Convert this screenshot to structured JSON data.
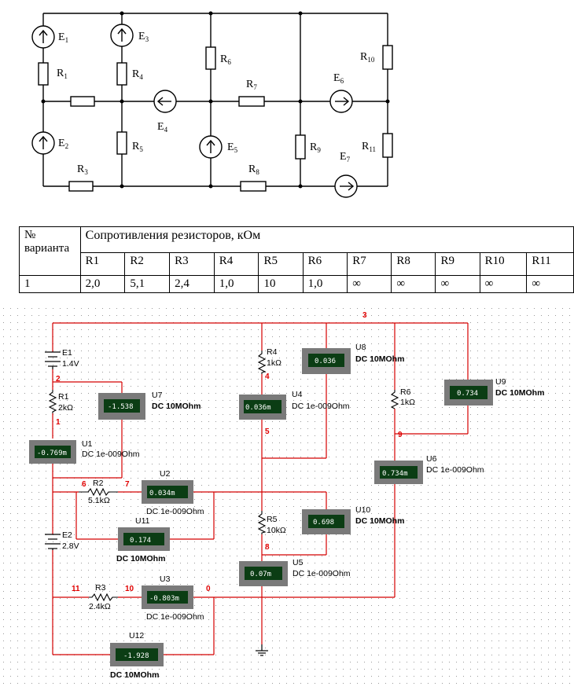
{
  "schematic": {
    "labels": {
      "E1": "E",
      "E1_sub": "1",
      "E2": "E",
      "E2_sub": "2",
      "E3": "E",
      "E3_sub": "3",
      "E4": "E",
      "E4_sub": "4",
      "E5": "E",
      "E5_sub": "5",
      "E6": "E",
      "E6_sub": "6",
      "E7": "E",
      "E7_sub": "7",
      "R1": "R",
      "R1_sub": "1",
      "R3": "R",
      "R3_sub": "3",
      "R4": "R",
      "R4_sub": "4",
      "R5": "R",
      "R5_sub": "5",
      "R6": "R",
      "R6_sub": "6",
      "R7": "R",
      "R7_sub": "7",
      "R8": "R",
      "R8_sub": "8",
      "R9": "R",
      "R9_sub": "9",
      "R10": "R",
      "R10_sub": "10",
      "R11": "R",
      "R11_sub": "11"
    }
  },
  "table": {
    "header_variant": "№ варианта",
    "header_variant_l1": "№",
    "header_variant_l2": "варианта",
    "header_resistances": "Сопротивления резисторов, кОм",
    "columns": [
      "R1",
      "R2",
      "R3",
      "R4",
      "R5",
      "R6",
      "R7",
      "R8",
      "R9",
      "R10",
      "R11"
    ],
    "rows": [
      {
        "variant": "1",
        "values": [
          "2,0",
          "5,1",
          "2,4",
          "1,0",
          "10",
          "1,0",
          "∞",
          "∞",
          "∞",
          "∞",
          "∞"
        ]
      }
    ]
  },
  "simulation": {
    "nodes": {
      "n3": "3",
      "n2": "2",
      "n1": "1",
      "n4": "4",
      "n5": "5",
      "n9": "9",
      "n6": "6",
      "n7": "7",
      "n8": "8",
      "n11": "11",
      "n10": "10",
      "n0": "0"
    },
    "sources": [
      {
        "id": "E1",
        "name": "E1",
        "value": "1.4V"
      },
      {
        "id": "E2",
        "name": "E2",
        "value": "2.8V"
      }
    ],
    "resistors": [
      {
        "id": "R1",
        "name": "R1",
        "value": "2kΩ"
      },
      {
        "id": "R2",
        "name": "R2",
        "value": "5.1kΩ"
      },
      {
        "id": "R3",
        "name": "R3",
        "value": "2.4kΩ"
      },
      {
        "id": "R4",
        "name": "R4",
        "value": "1kΩ"
      },
      {
        "id": "R5",
        "name": "R5",
        "value": "10kΩ"
      },
      {
        "id": "R6",
        "name": "R6",
        "value": "1kΩ"
      }
    ],
    "meters": [
      {
        "id": "U1",
        "name": "U1",
        "reading": "-0.769m",
        "spec": "DC  1e-009Ohm"
      },
      {
        "id": "U2",
        "name": "U2",
        "reading": "0.034m",
        "spec": "DC  1e-009Ohm"
      },
      {
        "id": "U3",
        "name": "U3",
        "reading": "-0.803m",
        "spec": "DC  1e-009Ohm"
      },
      {
        "id": "U4",
        "name": "U4",
        "reading": "0.036m",
        "spec": "DC  1e-009Ohm"
      },
      {
        "id": "U5",
        "name": "U5",
        "reading": "0.07m",
        "spec": "DC  1e-009Ohm"
      },
      {
        "id": "U6",
        "name": "U6",
        "reading": "0.734m",
        "spec": "DC  1e-009Ohm"
      },
      {
        "id": "U7",
        "name": "U7",
        "reading": "-1.538",
        "spec": "DC  10MOhm"
      },
      {
        "id": "U8",
        "name": "U8",
        "reading": "0.036",
        "spec": "DC  10MOhm"
      },
      {
        "id": "U9",
        "name": "U9",
        "reading": "0.734",
        "spec": "DC  10MOhm"
      },
      {
        "id": "U10",
        "name": "U10",
        "reading": "0.698",
        "spec": "DC  10MOhm"
      },
      {
        "id": "U11",
        "name": "U11",
        "reading": "0.174",
        "spec": "DC  10MOhm"
      },
      {
        "id": "U12",
        "name": "U12",
        "reading": "-1.928",
        "spec": "DC  10MOhm"
      }
    ]
  },
  "colors": {
    "wire": "#d40000",
    "meter_body": "#7a7a7a",
    "lcd_bg": "#0b3d14",
    "lcd_text": "#ffffff",
    "node": "#e00000"
  }
}
